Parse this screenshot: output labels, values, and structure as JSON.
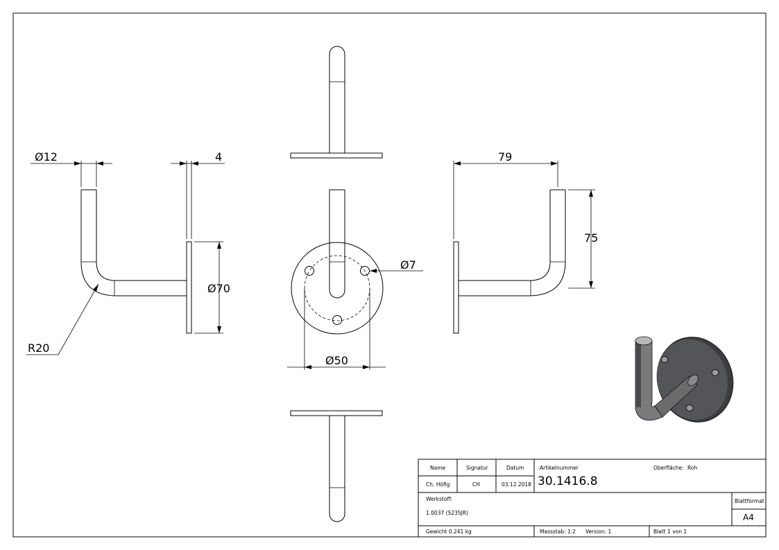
{
  "dimensions": {
    "d12": "Ø12",
    "t4": "4",
    "r20": "R20",
    "d70": "Ø70",
    "d50": "Ø50",
    "d7": "Ø7",
    "w79": "79",
    "h75": "75"
  },
  "title_block": {
    "name_header": "Name",
    "signatur_header": "Signatur",
    "datum_header": "Datum",
    "name_value": "Ch. Höfig",
    "signatur_value": "CH",
    "datum_value": "03.12.2018",
    "artikelnummer_label": "Artikelnummer",
    "artikelnummer_value": "30.1416.8",
    "oberflaeche_label": "Oberfläche:",
    "oberflaeche_value": "Roh",
    "werkstoff_label": "Werkstoff:",
    "werkstoff_value": "1.0037 (S235JR)",
    "blattformat_label": "Blattformat",
    "blattformat_value": "A4",
    "gewicht": "Gewicht 0.241 kg",
    "massstab": "Massstab: 1:2",
    "version": "Version: 1",
    "blatt": "Blatt 1 von 1"
  }
}
